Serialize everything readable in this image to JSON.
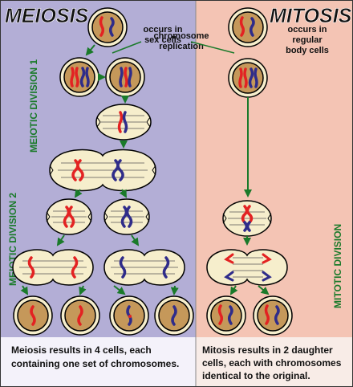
{
  "meiosis": {
    "title": "MEIOSIS",
    "location": "occurs in sex cells",
    "division_1_label": "MEIOTIC DIVISION 1",
    "division_2_label": "MEIOTIC DIVISION 2",
    "result_text": "Meiosis results in 4 cells, each containing one set of chromosomes."
  },
  "mitosis": {
    "title": "MITOSIS",
    "location": "occurs in regular body cells",
    "division_label": "MITOTIC DIVISION",
    "result_text": "Mitosis results in 2 daughter cells, each with chromosomes identical to the original."
  },
  "shared": {
    "replication_label": "chromosome replication"
  },
  "colors": {
    "meiosis_bg": "#b3aed6",
    "mitosis_bg": "#f4c4b4",
    "cell_fill": "#f6eecc",
    "nucleus_fill": "#c5985a",
    "chromosome_red": "#e32222",
    "chromosome_blue": "#2f2c8a",
    "arrow_green": "#1a7a2a",
    "caption_bg": "#f4f2fa"
  }
}
